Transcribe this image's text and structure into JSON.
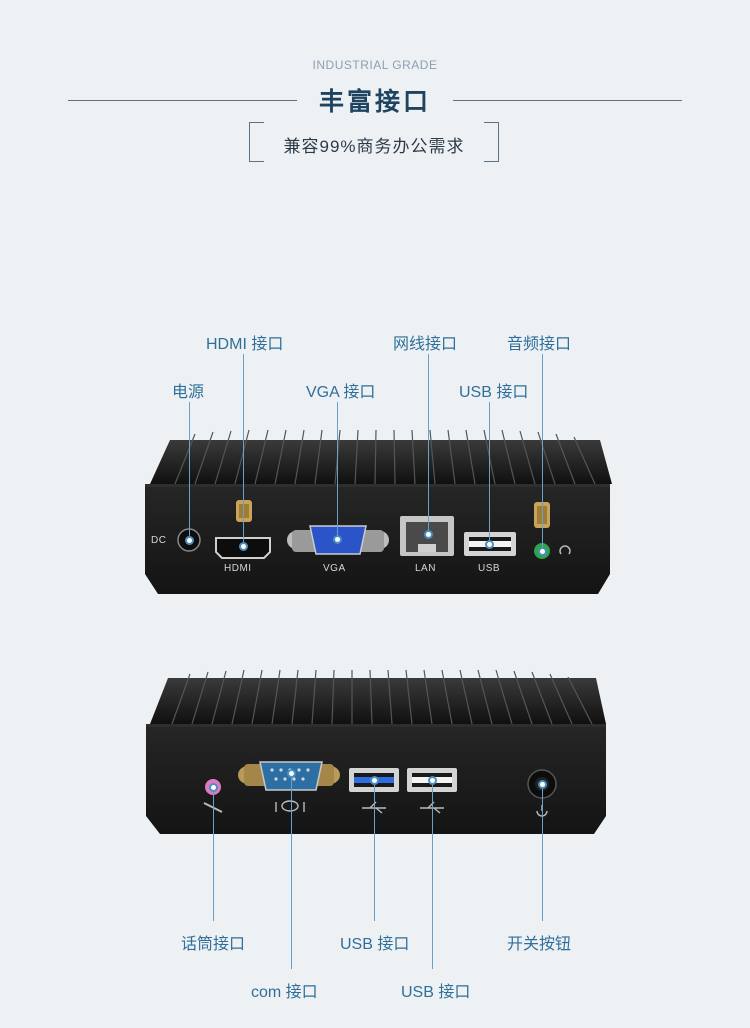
{
  "header": {
    "subtitle_en": "INDUSTRIAL GRADE",
    "title": "丰富接口",
    "tagline": "兼容99%商务办公需求"
  },
  "front_panel": {
    "callouts": {
      "hdmi": "HDMI 接口",
      "lan": "网线接口",
      "audio": "音频接口",
      "power": "电源",
      "vga": "VGA 接口",
      "usb": "USB 接口"
    },
    "port_labels": {
      "dc": "DC",
      "hdmi": "HDMI",
      "vga": "VGA",
      "lan": "LAN",
      "usb": "USB"
    }
  },
  "back_panel": {
    "callouts": {
      "mic": "话筒接口",
      "usb_a": "USB 接口",
      "power_button": "开关按钮",
      "com": "com 接口",
      "usb_b": "USB 接口"
    }
  },
  "colors": {
    "background": "#eef1f4",
    "callout_text": "#2f6f9a",
    "title": "#1f4461",
    "device": "#1b1b1b"
  }
}
